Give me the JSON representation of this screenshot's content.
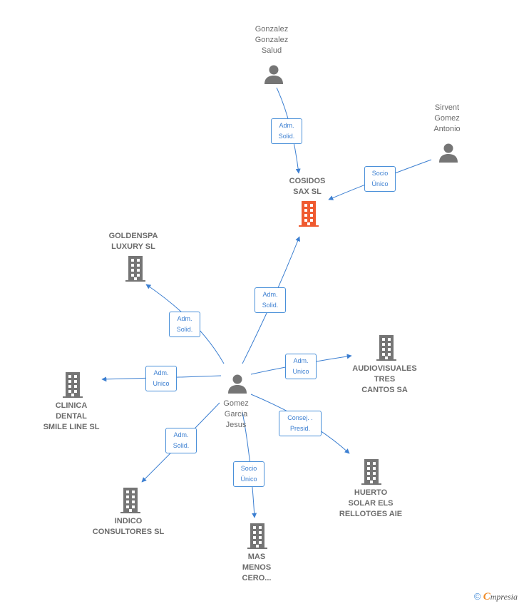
{
  "colors": {
    "edge": "#3c7fd1",
    "person": "#757575",
    "company": "#757575",
    "highlight": "#ef5a30"
  },
  "nodes": {
    "gonzalez": {
      "label": "Gonzalez\nGonzalez\nSalud",
      "icon": "person-icon"
    },
    "sirvent": {
      "label": "Sirvent\nGomez\nAntonio",
      "icon": "person-icon"
    },
    "cosidos": {
      "label": "COSIDOS\nSAX  SL",
      "icon": "building-icon"
    },
    "goldenspa": {
      "label": "GOLDENSPA\nLUXURY  SL",
      "icon": "building-icon"
    },
    "audiovisuales": {
      "label": "AUDIOVISUALES\nTRES\nCANTOS SA",
      "icon": "building-icon"
    },
    "clinica": {
      "label": "CLINICA\nDENTAL\nSMILE LINE  SL",
      "icon": "building-icon"
    },
    "gomez": {
      "label": "Gomez\nGarcia\nJesus",
      "icon": "person-icon"
    },
    "huerto": {
      "label": "HUERTO\nSOLAR ELS\nRELLOTGES AIE",
      "icon": "building-icon"
    },
    "indico": {
      "label": "INDICO\nCONSULTORES SL",
      "icon": "building-icon"
    },
    "masmenos": {
      "label": "MAS\nMENOS\nCERO...",
      "icon": "building-icon"
    }
  },
  "edges": {
    "gonzalez_cosidos": "Adm.\nSolid.",
    "sirvent_cosidos": "Socio\nÚnico",
    "gomez_cosidos": "Adm.\nSolid.",
    "gomez_goldenspa": "Adm.\nSolid.",
    "gomez_audiovisuales": "Adm.\nUnico",
    "gomez_clinica": "Adm.\nUnico",
    "gomez_huerto": "Consej. .\nPresid.",
    "gomez_indico": "Adm.\nSolid.",
    "gomez_masmenos": "Socio\nÚnico"
  },
  "footer": {
    "copyright": "©",
    "brand_first": "C",
    "brand_rest": "mpresia"
  }
}
